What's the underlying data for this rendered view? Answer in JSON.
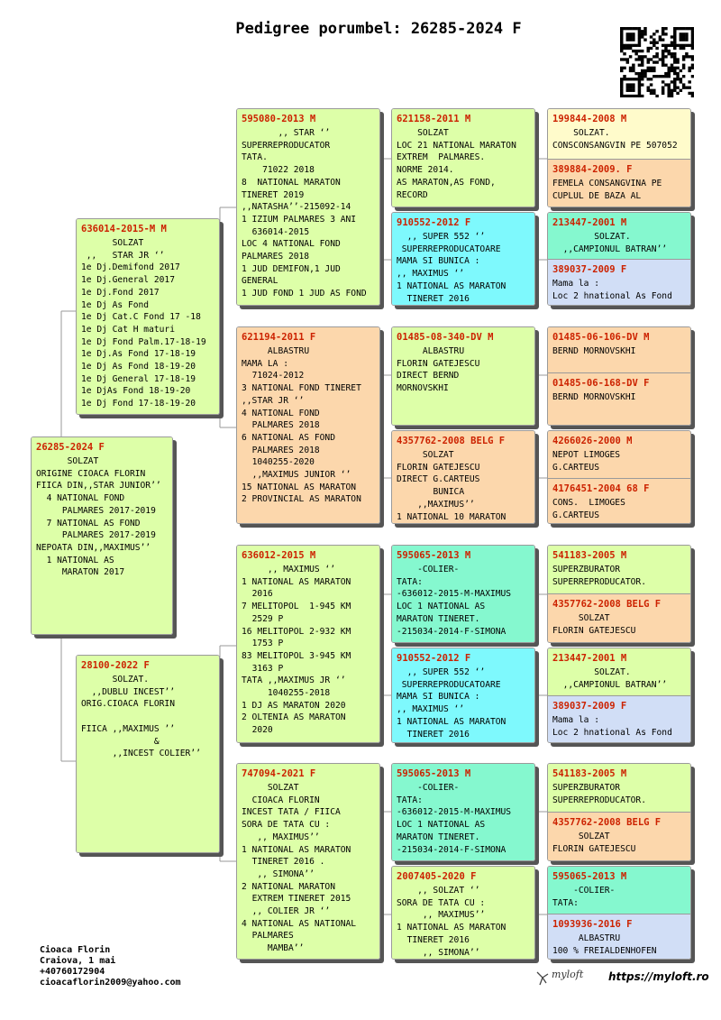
{
  "title": "Pedigree porumbel: 26285-2024 F",
  "colors": {
    "green": "#ddffa8",
    "orange": "#fcd7ac",
    "cyan": "#7ef9fd",
    "teal": "#85f8cf",
    "yellow": "#fffbcb",
    "blue": "#d1def6",
    "id_red": "#cc2200"
  },
  "birds": {
    "subject": {
      "id": "26285-2024 F",
      "color": "green",
      "text": "      SOLZAT\nORIGINE CIOACA FLORIN\nFIICA DIN,,STAR JUNIOR’’\n  4 NATIONAL FOND\n     PALMARES 2017-2019\n  7 NATIONAL AS FOND\n     PALMARES 2017-2019\nNEPOATA DIN,,MAXIMUS’’\n  1 NATIONAL AS\n     MARATON 2017"
    },
    "father": {
      "id": "636014-2015-M M",
      "color": "green",
      "text": "      SOLZAT\n ,,   STAR JR ‘’\n1e Dj.Demifond 2017\n1e Dj.General 2017\n1e Dj.Fond 2017\n1e Dj As Fond\n1e Dj Cat.C Fond 17 -18\n1e Dj Cat H maturi\n1e Dj Fond Palm.17-18-19\n1e Dj.As Fond 17-18-19\n1e Dj As Fond 18-19-20\n1e Dj General 17-18-19\n1e DjAs Fond 18-19-20\n1e Dj Fond 17-18-19-20"
    },
    "mother": {
      "id": "28100-2022 F",
      "color": "green",
      "text": "      SOLZAT.\n  ,,DUBLU INCEST’’\nORIG.CIOACA FLORIN\n\nFIICA ,,MAXIMUS ’’\n              &\n      ,,INCEST COLIER’’"
    },
    "ff": {
      "id": "595080-2013 M",
      "color": "green",
      "text": "       ,, STAR ‘’\nSUPERREPRODUCATOR\nTATA.\n    71022 2018\n8  NATIONAL MARATON\nTINERET 2019\n,,NATASHA’’-215092-14\n1 IZIUM PALMARES 3 ANI\n  636014-2015\nLOC 4 NATIONAL FOND\nPALMARES 2018\n1 JUD DEMIFON,1 JUD\nGENERAL\n1 JUD FOND 1 JUD AS FOND"
    },
    "fm": {
      "id": "621194-2011 F",
      "color": "orange",
      "text": "     ALBASTRU\nMAMA LA :\n  71024-2012\n3 NATIONAL FOND TINERET\n,,STAR JR ‘’\n4 NATIONAL FOND\n  PALMARES 2018\n6 NATIONAL AS FOND\n  PALMARES 2018\n  1040255-2020\n  ,,MAXIMUS JUNIOR ‘’\n15 NATIONAL AS MARATON\n2 PROVINCIAL AS MARATON"
    },
    "mf": {
      "id": "636012-2015 M",
      "color": "green",
      "text": "     ,, MAXIMUS ‘’\n1 NATIONAL AS MARATON\n  2016\n7 MELITOPOL  1-945 KM\n  2529 P\n16 MELITOPOL 2-932 KM\n  1753 P\n83 MELITOPOL 3-945 KM\n  3163 P\nTATA ,,MAXIMUS JR ‘’\n     1040255-2018\n1 DJ AS MARATON 2020\n2 OLTENIA AS MARATON\n  2020"
    },
    "mm": {
      "id": "747094-2021 F",
      "color": "green",
      "text": "     SOLZAT\n  CIOACA FLORIN\nINCEST TATA / FIICA\nSORA DE TATA CU :\n   ,, MAXIMUS’’\n1 NATIONAL AS MARATON\n  TINERET 2016 .\n   ,, SIMONA’’\n2 NATIONAL MARATON\n  EXTREM TINERET 2015\n  ,, COLIER JR ‘’\n4 NATIONAL AS NATIONAL\n  PALMARES\n     MAMBA’’"
    },
    "fff": {
      "id": "621158-2011 M",
      "color": "green",
      "text": "    SOLZAT\nLOC 21 NATIONAL MARATON\nEXTREM  PALMARES.\nNORME 2014.\nAS MARATON,AS FOND,\nRECORD"
    },
    "ffm": {
      "id": "910552-2012 F",
      "color": "cyan",
      "text": "  ,, SUPER 552 ‘’\n SUPERREPRODUCATOARE\nMAMA SI BUNICA :\n,, MAXIMUS ‘’\n1 NATIONAL AS MARATON\n  TINERET 2016"
    },
    "fmf": {
      "id": "01485-08-340-DV M",
      "color": "green",
      "text": "     ALBASTRU\nFLORIN GATEJESCU\nDIRECT BERND\nMORNOVSKHI"
    },
    "fmm": {
      "id": "4357762-2008 BELG F",
      "color": "orange",
      "text": "     SOLZAT\nFLORIN GATEJESCU\nDIRECT G.CARTEUS\n       BUNICA\n    ,,MAXIMUS’’\n1 NATIONAL 10 MARATON"
    },
    "mff": {
      "id": "595065-2013 M",
      "color": "teal",
      "text": "    -COLIER-\nTATA:\n-636012-2015-M-MAXIMUS\nLOC 1 NATIONAL AS\nMARATON TINERET.\n-215034-2014-F-SIMONA"
    },
    "mfm": {
      "id": "910552-2012 F",
      "color": "cyan",
      "text": "  ,, SUPER 552 ‘’\n SUPERREPRODUCATOARE\nMAMA SI BUNICA :\n,, MAXIMUS ‘’\n1 NATIONAL AS MARATON\n  TINERET 2016"
    },
    "mmf": {
      "id": "595065-2013 M",
      "color": "teal",
      "text": "    -COLIER-\nTATA:\n-636012-2015-M-MAXIMUS\nLOC 1 NATIONAL AS\nMARATON TINERET.\n-215034-2014-F-SIMONA"
    },
    "mmm": {
      "id": "2007405-2020 F",
      "color": "green",
      "text": "    ,, SOLZAT ‘’\nSORA DE TATA CU :\n     ,, MAXIMUS’’\n1 NATIONAL AS MARATON\n  TINERET 2016\n     ,, SIMONA’’"
    },
    "g1a": {
      "id": "199844-2008 M",
      "color": "yellow",
      "text": "    SOLZAT.\nCONSCONSANGVIN PE 507052"
    },
    "g1b": {
      "id": "389884-2009. F",
      "color": "orange",
      "text": "FEMELA CONSANGVINA PE\nCUPLUL DE BAZA AL"
    },
    "g2a": {
      "id": "213447-2001 M",
      "color": "teal",
      "text": "        SOLZAT.\n  ,,CAMPIONUL BATRAN’’"
    },
    "g2b": {
      "id": "389037-2009 F",
      "color": "blue",
      "text": "Mama la :\nLoc 2 hnational As Fond"
    },
    "g3a": {
      "id": "01485-06-106-DV M",
      "color": "orange",
      "text": "BERND MORNOVSKHI"
    },
    "g3b": {
      "id": "01485-06-168-DV F",
      "color": "orange",
      "text": "BERND MORNOVSKHI"
    },
    "g4a": {
      "id": "4266026-2000 M",
      "color": "orange",
      "text": "NEPOT LIMOGES\nG.CARTEUS"
    },
    "g4b": {
      "id": "4176451-2004 68 F",
      "color": "orange",
      "text": "CONS.  LIMOGES\nG.CARTEUS"
    },
    "g5a": {
      "id": "541183-2005 M",
      "color": "green",
      "text": "SUPERZBURATOR\nSUPERREPRODUCATOR."
    },
    "g5b": {
      "id": "4357762-2008 BELG F",
      "color": "orange",
      "text": "     SOLZAT\nFLORIN GATEJESCU"
    },
    "g6a": {
      "id": "213447-2001 M",
      "color": "green",
      "text": "        SOLZAT.\n  ,,CAMPIONUL BATRAN’’"
    },
    "g6b": {
      "id": "389037-2009 F",
      "color": "blue",
      "text": "Mama la :\nLoc 2 hnational As Fond"
    },
    "g7a": {
      "id": "541183-2005 M",
      "color": "green",
      "text": "SUPERZBURATOR\nSUPERREPRODUCATOR."
    },
    "g7b": {
      "id": "4357762-2008 BELG F",
      "color": "orange",
      "text": "     SOLZAT\nFLORIN GATEJESCU"
    },
    "g8a": {
      "id": "595065-2013 M",
      "color": "teal",
      "text": "    -COLIER-\nTATA:"
    },
    "g8b": {
      "id": "1093936-2016 F",
      "color": "blue",
      "text": "     ALBASTRU\n100 % FREIALDENHOFEN"
    }
  },
  "footer": {
    "name": "Cioaca Florin",
    "address": "Craiova, 1 mai",
    "phone": "+40760172904",
    "email": "cioacaflorin2009@yahoo.com"
  },
  "branding": {
    "logo": "myloft",
    "url": "https://myloft.ro"
  }
}
